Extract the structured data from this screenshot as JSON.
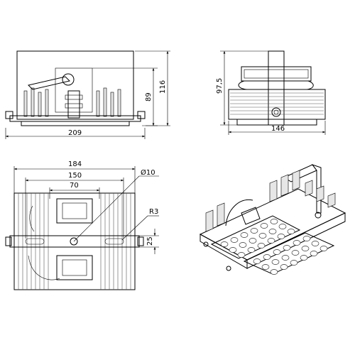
{
  "drawing": {
    "front_view": {
      "width_label": "209",
      "height_label": "116",
      "inner_height_label": "89"
    },
    "side_view": {
      "height_label": "97,5",
      "width_label": "146"
    },
    "bottom_view": {
      "overall_width_label": "184",
      "body_width_label": "150",
      "module_width_label": "70",
      "hole_label": "Ø10",
      "radius_label": "R3",
      "slot_label": "25"
    },
    "iso_view": {
      "led_modules": 2,
      "leds_per_module": 18
    }
  }
}
